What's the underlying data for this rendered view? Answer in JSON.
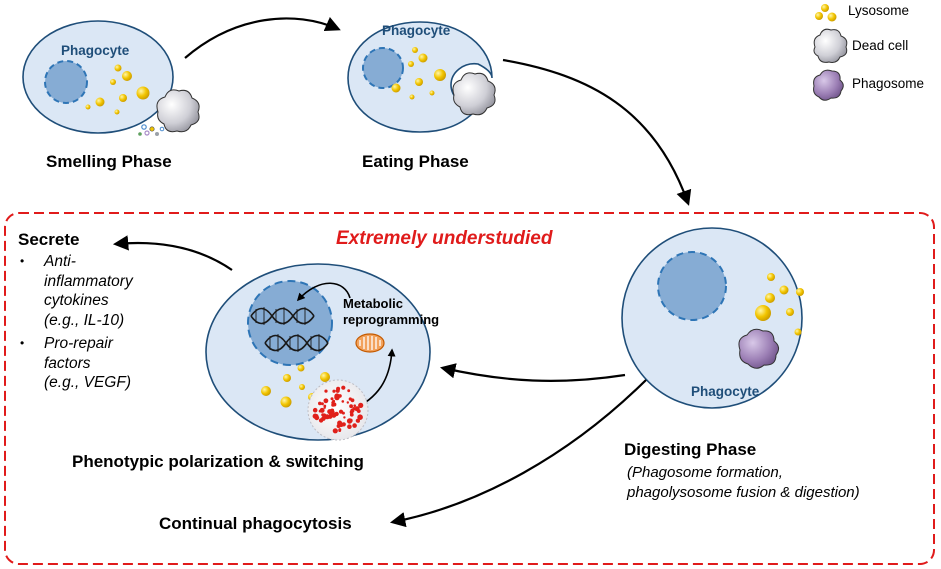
{
  "title": "",
  "legend": {
    "items": [
      {
        "label": "Lysosome",
        "icon": "lysosome-icon",
        "color": "#f2c500"
      },
      {
        "label": "Dead cell",
        "icon": "dead-cell-icon",
        "color": "#c8c8d0"
      },
      {
        "label": "Phagosome",
        "icon": "phagosome-icon",
        "color": "#9c7fb5"
      }
    ]
  },
  "phases": {
    "smelling": {
      "cell_label": "Phagocyte",
      "phase_label": "Smelling Phase"
    },
    "eating": {
      "cell_label": "Phagocyte",
      "phase_label": "Eating Phase"
    },
    "digesting": {
      "cell_label": "Phagocyte",
      "phase_label": "Digesting Phase",
      "detail_line1": "(Phagosome formation,",
      "detail_line2": "phagolysosome fusion & digestion)"
    }
  },
  "box": {
    "label": "Extremely understudied",
    "color": "#e01b1b"
  },
  "polarization": {
    "label": "Phenotypic polarization & switching",
    "metabolic_line1": "Metabolic",
    "metabolic_line2": "reprogramming"
  },
  "secrete": {
    "title": "Secrete",
    "items": [
      {
        "lines": [
          "Anti-",
          "inflammatory",
          "cytokines",
          "(e.g., IL-10)"
        ]
      },
      {
        "lines": [
          "Pro-repair",
          "factors",
          "(e.g., VEGF)"
        ]
      }
    ]
  },
  "continual": {
    "label": "Continual phagocytosis"
  },
  "colors": {
    "cell_fill": "#dbe7f5",
    "cell_stroke": "#1f4e79",
    "nucleus_fill": "#86acd4",
    "nucleus_stroke": "#2e75b6",
    "lysosome": "#f2c500",
    "dead_cell": "#c8c8d0",
    "phagosome": "#9c7fb5",
    "mitochondrion": "#f2a25c"
  }
}
